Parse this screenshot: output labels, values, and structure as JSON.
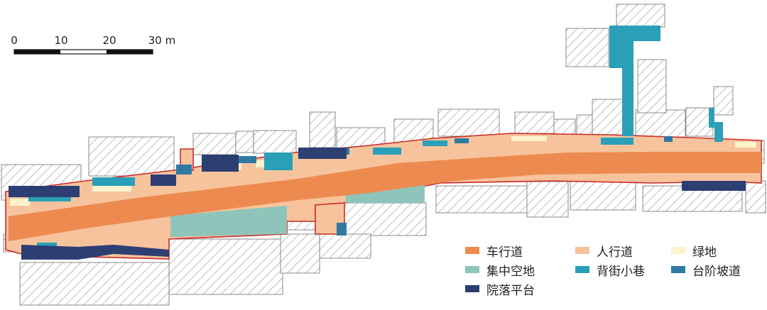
{
  "scale_bar": {
    "ticks": [
      "0",
      "10",
      "20",
      "30 m"
    ]
  },
  "legend": {
    "items": [
      {
        "label": "车行道",
        "color": "#ed8a4f"
      },
      {
        "label": "人行道",
        "color": "#f7c39c"
      },
      {
        "label": "绿地",
        "color": "#fcf3cc"
      },
      {
        "label": "集中空地",
        "color": "#8fc4bb"
      },
      {
        "label": "背街小巷",
        "color": "#2aa0b8"
      },
      {
        "label": "台阶坡道",
        "color": "#2f7aa3"
      },
      {
        "label": "院落平台",
        "color": "#2d3e73"
      }
    ]
  },
  "map_style": {
    "building_hatch": "#8a8a8a",
    "boundary": "#cc2b2b"
  }
}
